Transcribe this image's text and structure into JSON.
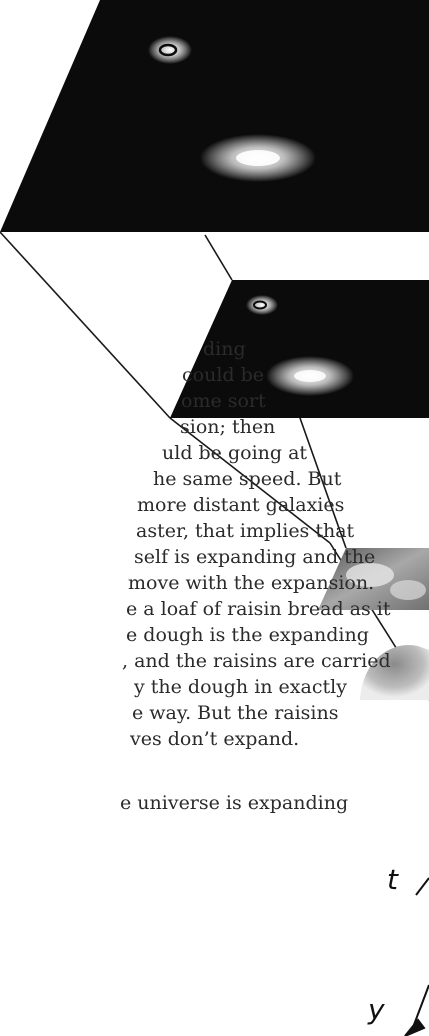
{
  "paragraph": [
    "ding",
    "could be",
    "ome sort",
    "sion; then",
    "uld be going at",
    "he same speed. But",
    " more distant galaxies",
    "aster, that implies that",
    "self is expanding and the",
    " move with the expansion.",
    "e a loaf of raisin bread as it",
    "e dough is the expanding",
    ", and the raisins are carried",
    "y the dough in exactly",
    "e way. But the raisins",
    "ves don’t expand."
  ],
  "next_paragraph": "e universe is expanding",
  "figure": {
    "axis_t": "t",
    "axis_y": "y",
    "colors": {
      "panel_dark": "#0b0b0b",
      "panel_mid": "#8c8c8c",
      "edge": "#1a1a1a"
    }
  }
}
